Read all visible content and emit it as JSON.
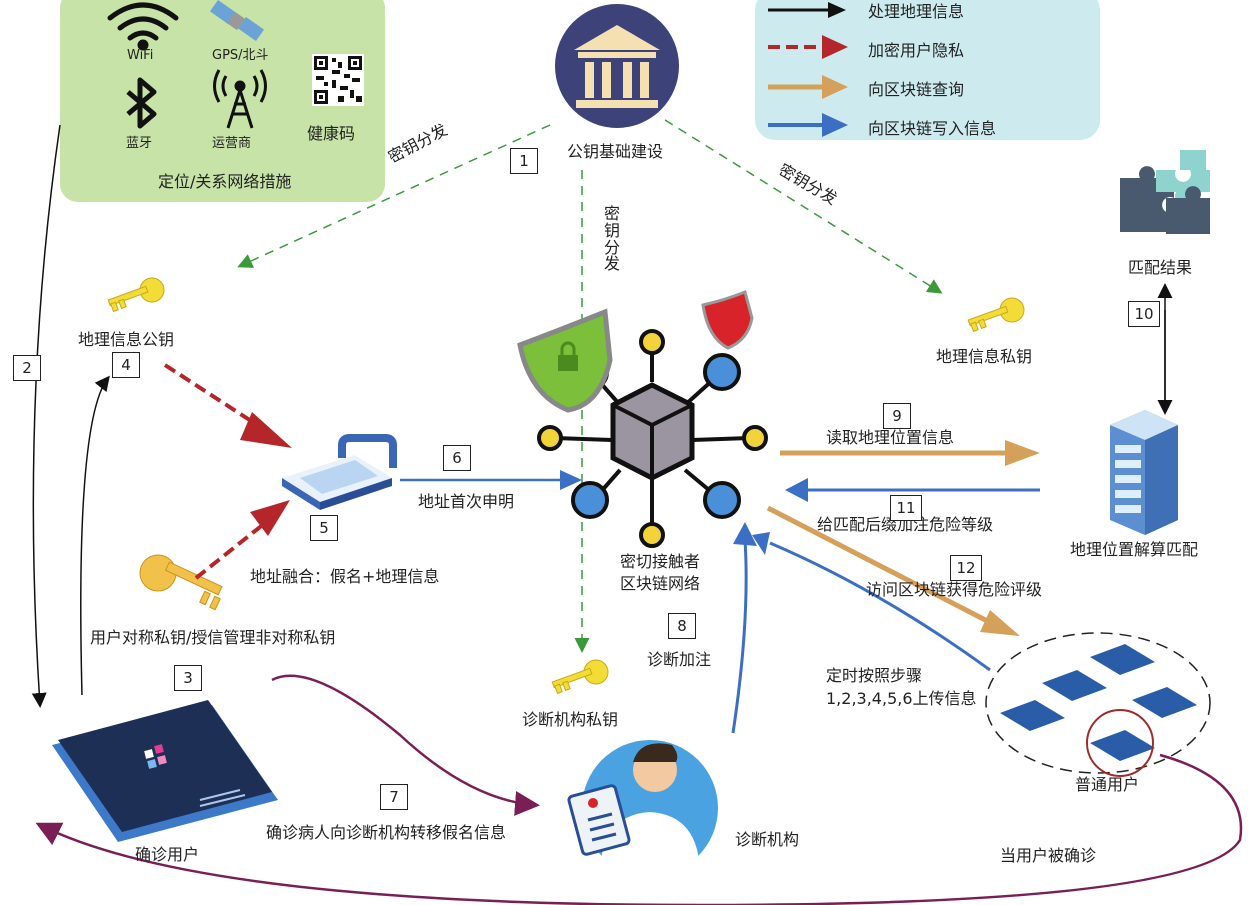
{
  "panel_left": {
    "wifi": "WiFi",
    "gps": "GPS/北斗",
    "bluetooth": "蓝牙",
    "operator": "运营商",
    "health_code": "健康码",
    "caption": "定位/关系网络措施"
  },
  "legend": {
    "items": [
      {
        "label": "处理地理信息",
        "color": "#000000"
      },
      {
        "label": "加密用户隐私",
        "color": "#b5262b"
      },
      {
        "label": "向区块链查询",
        "color": "#d4a05a"
      },
      {
        "label": "向区块链写入信息",
        "color": "#3b6fc4"
      }
    ]
  },
  "nodes": {
    "pki": "公钥基础建设",
    "geo_public_key": "地理信息公钥",
    "geo_private_key": "地理信息私钥",
    "match_result": "匹配结果",
    "blockchain": [
      "密切接触者",
      "区块链网络"
    ],
    "geo_match": "地理位置解算匹配",
    "address_fusion": "地址融合：假名+地理信息",
    "user_keys": "用户对称私钥/授信管理非对称私钥",
    "diag_private_key": "诊断机构私钥",
    "confirmed_user": "确诊用户",
    "diag_org": "诊断机构",
    "normal_user": "普通用户"
  },
  "edges": {
    "key_dist_left": "密钥分发",
    "key_dist_center": "密钥分发",
    "key_dist_right": "密钥分发",
    "first_declare": "地址首次申明",
    "read_geo": "读取地理位置信息",
    "add_risk": "给匹配后缀加注危险等级",
    "query_risk": "访问区块链获得危险评级",
    "diag_annotate": "诊断加注",
    "upload_line1": "定时按照步骤",
    "upload_line2": "1,2,3,4,5,6上传信息",
    "transfer": "确诊病人向诊断机构转移假名信息",
    "when_confirmed": "当用户被确诊"
  },
  "steps": [
    "1",
    "2",
    "3",
    "4",
    "5",
    "6",
    "7",
    "8",
    "9",
    "10",
    "11",
    "12"
  ]
}
